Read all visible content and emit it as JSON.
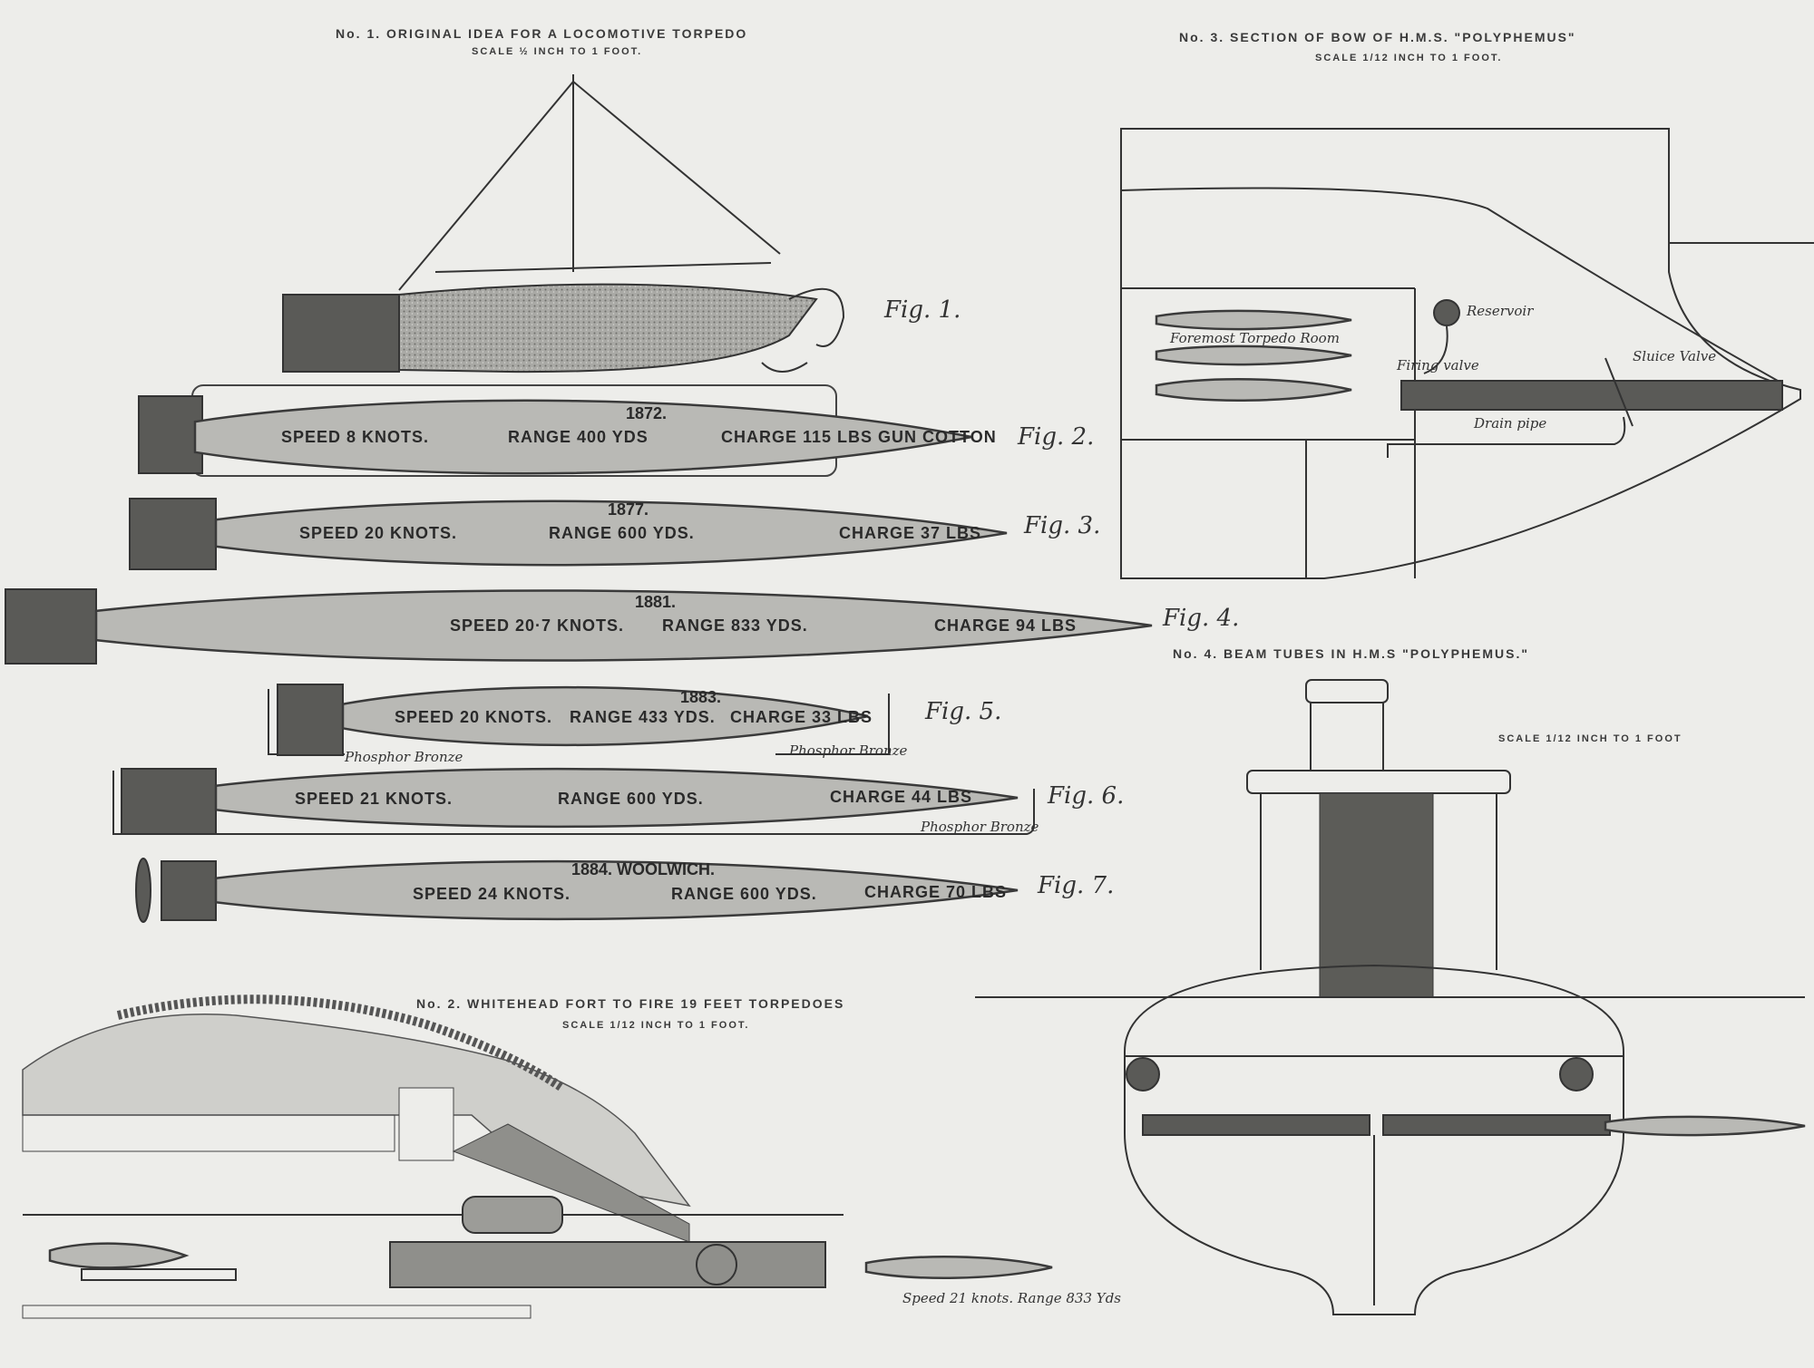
{
  "section1": {
    "title": "No. 1.  ORIGINAL IDEA FOR A LOCOMOTIVE TORPEDO",
    "scale": "SCALE ½ INCH TO 1 FOOT."
  },
  "section2": {
    "title": "No. 2.  WHITEHEAD FORT TO FIRE 19 FEET TORPEDOES",
    "scale": "SCALE 1/12 INCH TO 1 FOOT.",
    "caption": "Speed 21 knots. Range 833 Yds"
  },
  "section3": {
    "title": "No. 3.  SECTION OF BOW OF H.M.S. \"POLYPHEMUS\"",
    "scale": "SCALE 1/12 INCH TO 1 FOOT.",
    "labels": {
      "room": "Foremost Torpedo Room",
      "reservoir": "Reservoir",
      "firing_valve": "Firing valve",
      "sluice_valve": "Sluice Valve",
      "drain_pipe": "Drain pipe"
    }
  },
  "section4": {
    "title": "No. 4.  BEAM TUBES IN H.M.S \"POLYPHEMUS.\"",
    "scale": "SCALE 1/12 INCH TO 1 FOOT"
  },
  "figures": [
    {
      "label": "Fig. 1."
    },
    {
      "label": "Fig. 2.",
      "year": "1872.",
      "speed": "SPEED 8 KNOTS.",
      "range": "RANGE 400 YDS",
      "charge": "CHARGE 115 LBS GUN COTTON"
    },
    {
      "label": "Fig. 3.",
      "year": "1877.",
      "speed": "SPEED 20 KNOTS.",
      "range": "RANGE 600 YDS.",
      "charge": "CHARGE 37 LBS"
    },
    {
      "label": "Fig. 4.",
      "year": "1881.",
      "speed": "SPEED 20·7 KNOTS.",
      "range": "RANGE 833 YDS.",
      "charge": "CHARGE 94 LBS"
    },
    {
      "label": "Fig. 5.",
      "year": "1883.",
      "speed": "SPEED 20 KNOTS.",
      "range": "RANGE 433 YDS.",
      "charge": "CHARGE 33 LBS",
      "note_tail": "Phosphor Bronze",
      "note_head": "Phosphor Bronze"
    },
    {
      "label": "Fig. 6.",
      "speed": "SPEED 21 KNOTS.",
      "range": "RANGE 600 YDS.",
      "charge": "CHARGE 44 LBS",
      "note_head": "Phosphor Bronze"
    },
    {
      "label": "Fig. 7.",
      "year": "1884. WOOLWICH.",
      "speed": "SPEED 24 KNOTS.",
      "range": "RANGE 600 YDS.",
      "charge": "CHARGE 70 LBS"
    }
  ]
}
